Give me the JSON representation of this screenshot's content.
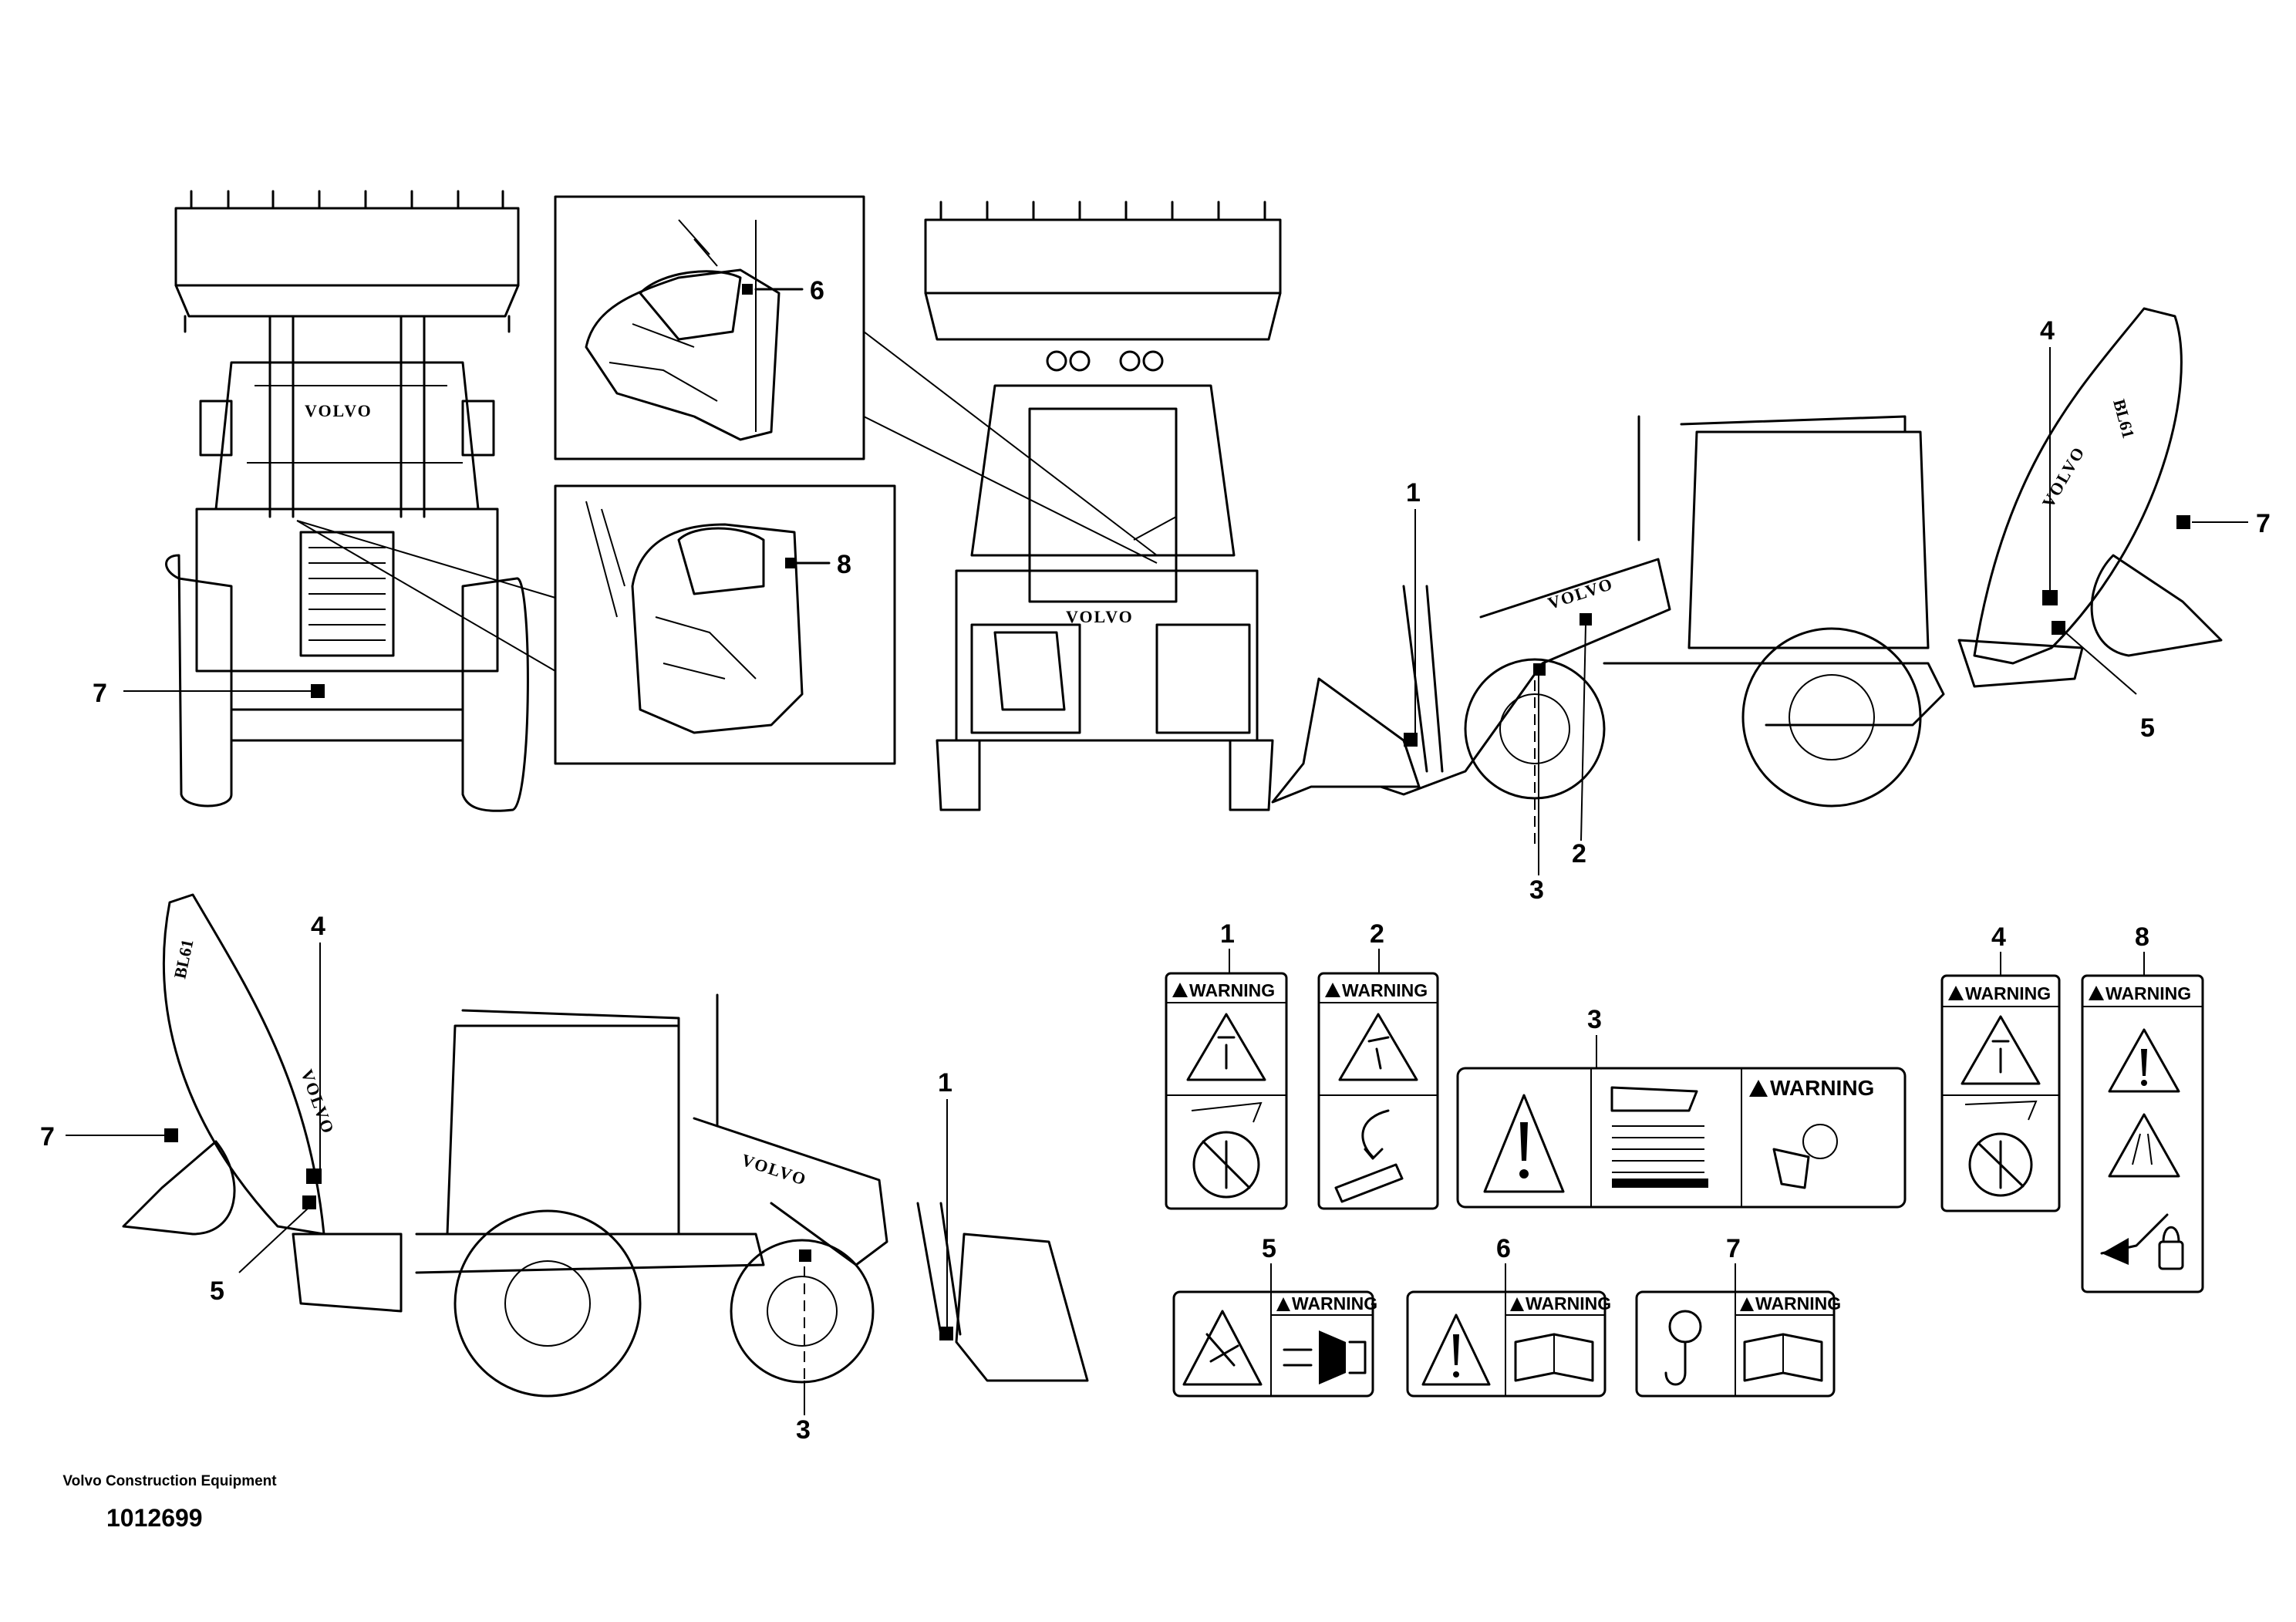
{
  "brand_text": "VOLVO",
  "boom_text": "BL61",
  "warning_text": "WARNING",
  "callouts": [
    "1",
    "2",
    "3",
    "4",
    "5",
    "6",
    "7",
    "8"
  ],
  "decal_titles": [
    "1",
    "2",
    "3",
    "4",
    "5",
    "6",
    "7",
    "8"
  ],
  "footer": {
    "company": "Volvo Construction Equipment",
    "doc_number": "1012699"
  }
}
